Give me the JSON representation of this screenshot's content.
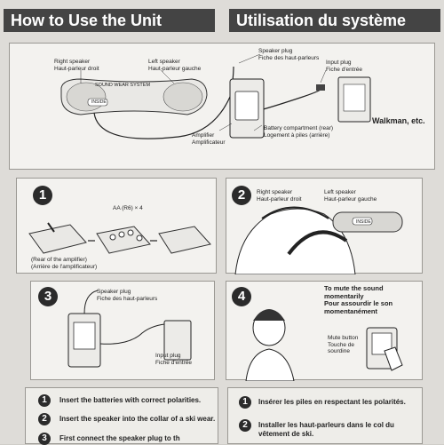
{
  "header": {
    "title_en": "How to Use the Unit",
    "title_fr": "Utilisation du système"
  },
  "overview": {
    "right_speaker": "Right speaker\nHaut-parleur droit",
    "left_speaker": "Left speaker\nHaut-parleur gauche",
    "speaker_plug": "Speaker plug\nFiche des haut-parleurs",
    "input_plug": "Input plug\nFiche d'entrée",
    "sound_wear": "SOUND WEAR SYSTEM",
    "inside": "INSIDE",
    "walkman": "Walkman, etc.",
    "battery": "Battery compartment (rear)\nLogement à piles (arrière)",
    "amplifier": "Amplifier\nAmplificateur"
  },
  "step1": {
    "number": "1",
    "batteries": "AA (R6) × 4",
    "rear": "(Rear of the amplifier)\n(Arrière de l'amplificateur)"
  },
  "step2": {
    "number": "2",
    "right_speaker": "Right speaker\nHaut-parleur droit",
    "left_speaker": "Left speaker\nHaut-parleur gauche",
    "inside": "INSIDE"
  },
  "step3": {
    "number": "3",
    "speaker_plug": "Speaker plug\nFiche des haut-parleurs",
    "input_plug": "Input plug\nFiche d'entrée"
  },
  "step4": {
    "number": "4",
    "mute_title": "To mute the sound\nmomentarily\nPour assourdir le son\nmomentanément",
    "mute_button": "Mute button\nTouche de\nsourdine"
  },
  "instructions": {
    "en": [
      {
        "n": "1",
        "text": "Insert the batteries with correct polarities."
      },
      {
        "n": "2",
        "text": "Insert the speaker into the collar of a ski wear."
      },
      {
        "n": "3",
        "text": "First connect the speaker plug to th"
      }
    ],
    "fr": [
      {
        "n": "1",
        "text": "Insérer les piles en respectant les polarités."
      },
      {
        "n": "2",
        "text": "Installer les haut-parleurs dans le col du\nvêtement de ski."
      }
    ]
  }
}
